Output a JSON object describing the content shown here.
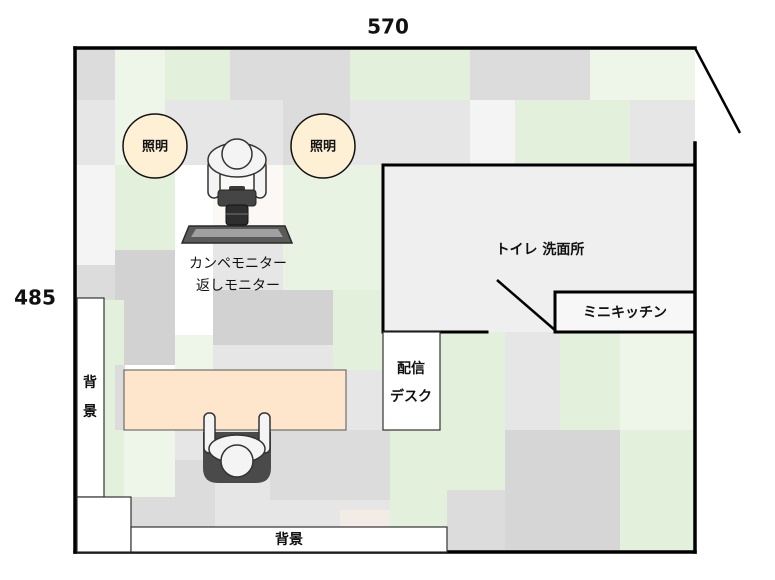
{
  "dimensions": {
    "width": "570",
    "height": "485"
  },
  "lights": [
    {
      "label": "照明"
    },
    {
      "label": "照明"
    }
  ],
  "monitor_label": {
    "line1": "カンペモニター",
    "line2": "返しモニター"
  },
  "bathroom": {
    "label": "トイレ 洗面所"
  },
  "kitchen": {
    "label": "ミニキッチン"
  },
  "stream_desk": {
    "line1": "配信",
    "line2": "デスク"
  },
  "backdrop_left": {
    "line1": "背",
    "line2": "景"
  },
  "backdrop_bottom": {
    "label": "背景"
  },
  "colors": {
    "wall": "#000000",
    "light_fill": "#fdf0d5",
    "desk_fill": "#fde6cc",
    "bathroom_fill": "#efefef",
    "kitchen_fill": "#f7f7f7",
    "chair_fill": "#4a4a4a"
  }
}
